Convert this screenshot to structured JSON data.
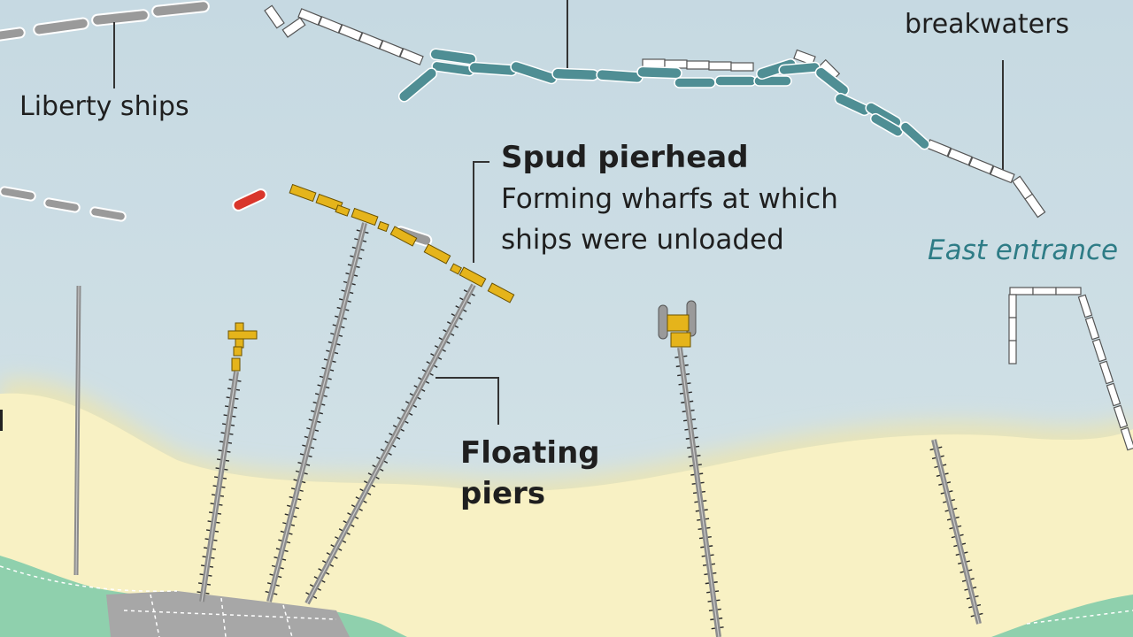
{
  "labels": {
    "liberty_ships": "Liberty ships",
    "breakwaters": "breakwaters",
    "spud_pierhead_title": "Spud pierhead",
    "spud_pierhead_desc_1": "Forming wharfs at which",
    "spud_pierhead_desc_2": "ships were unloaded",
    "east_entrance": "East entrance",
    "floating_piers_1": "Floating",
    "floating_piers_2": "piers"
  },
  "colors": {
    "sea_top": "#c8dbe3",
    "sea_bottom": "#d3e2e6",
    "sand": "#f8f1c4",
    "land": "#8fd0ad",
    "town": "#a9a9a9",
    "blockship": "#4f8e94",
    "liberty_ship": "#9a9a9a",
    "pierhead": "#e5b41b",
    "pierhead_alert": "#d9362b",
    "pier": "#8c8c8c",
    "breakwater": "#ffffff",
    "east_entrance_text": "#2e7c86",
    "text": "#1f1f1f"
  }
}
